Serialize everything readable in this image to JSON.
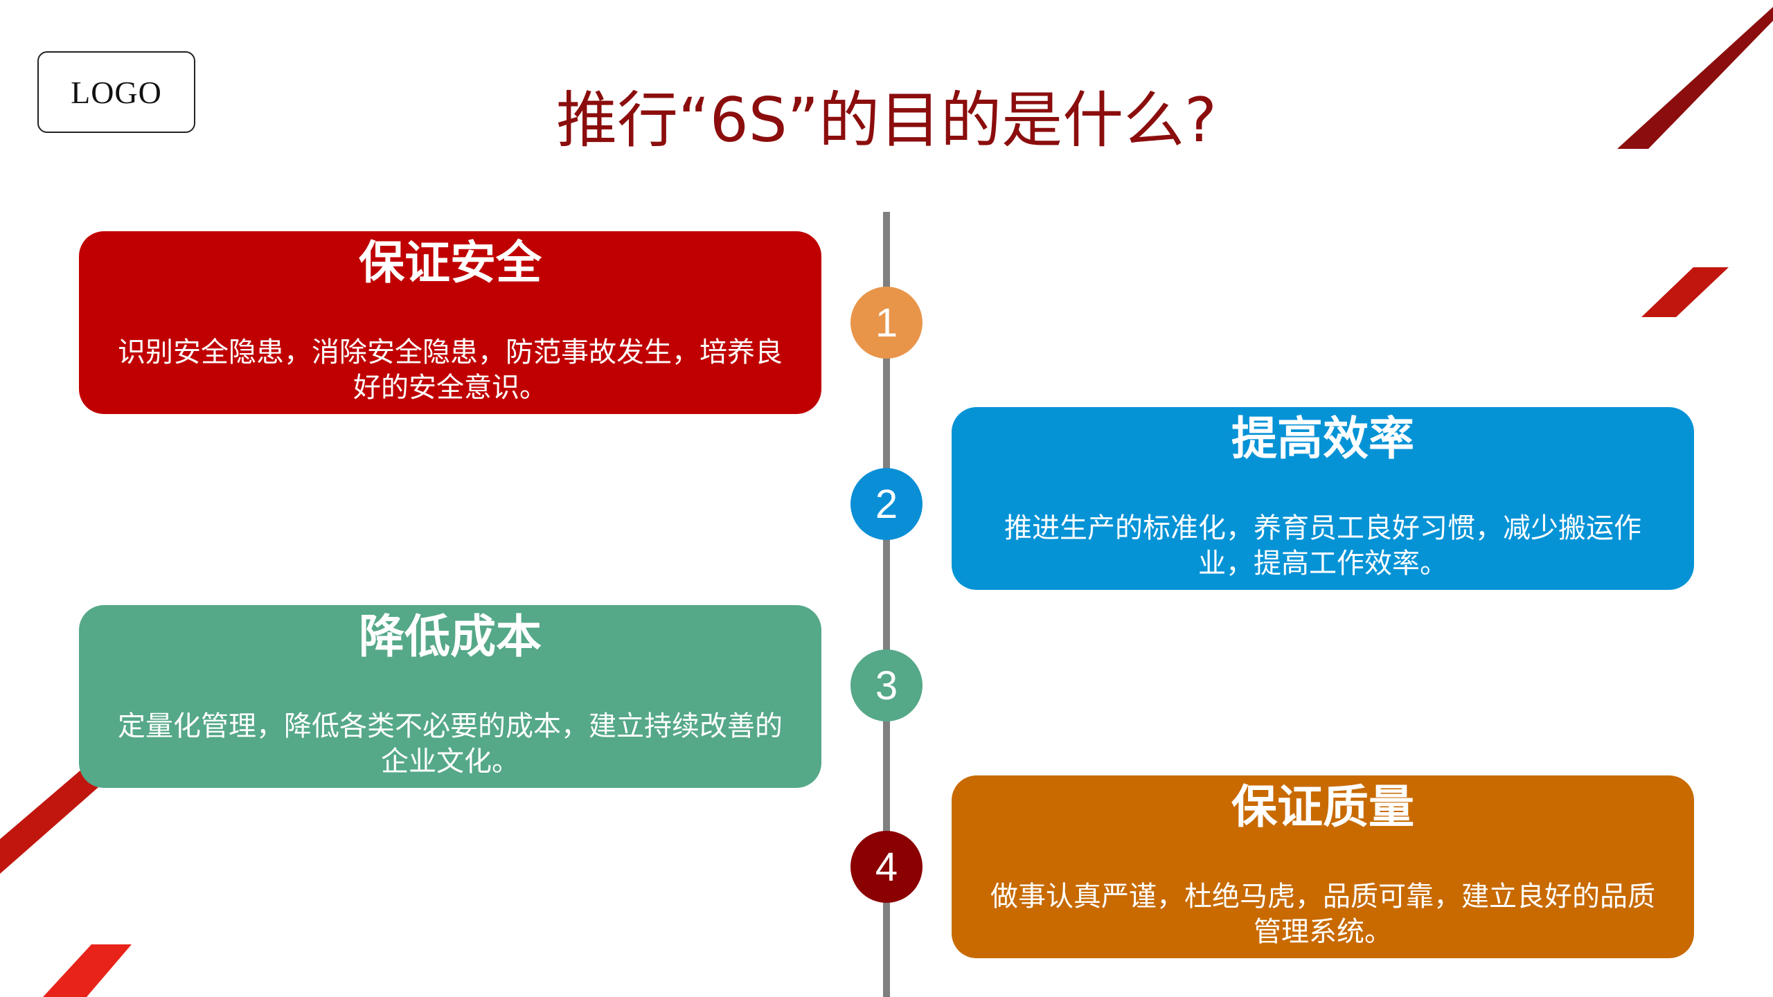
{
  "logo": {
    "text": "LOGO"
  },
  "title": "推行“6S”的目的是什么?",
  "colors": {
    "title": "#8b0d0d",
    "line": "#7f7f7f",
    "deco_dark": "#8b0d0d",
    "deco_red": "#c0160e",
    "deco_bright": "#e8231a"
  },
  "steps": [
    {
      "number": "1",
      "title": "保证安全",
      "description": "识别安全隐患，消除安全隐患，防范事故发生，培养良好的安全意识。",
      "card_color": "#c00000",
      "circle_color": "#e8954a"
    },
    {
      "number": "2",
      "title": "提高效率",
      "description": "推进生产的标准化，养育员工良好习惯，减少搬运作业，提高工作效率。",
      "card_color": "#0693d6",
      "circle_color": "#0a8fd6"
    },
    {
      "number": "3",
      "title": "降低成本",
      "description": "定量化管理，降低各类不必要的成本，建立持续改善的企业文化。",
      "card_color": "#55a888",
      "circle_color": "#55a888"
    },
    {
      "number": "4",
      "title": "保证质量",
      "description": "做事认真严谨，杜绝马虎，品质可靠，建立良好的品质管理系统。",
      "card_color": "#c86a00",
      "circle_color": "#8b0000"
    }
  ]
}
